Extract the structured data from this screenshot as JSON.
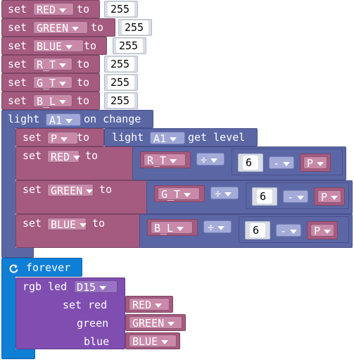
{
  "colors": {
    "variable": "#a55b80",
    "sensor": "#5b67a5",
    "control": "#0f7fd6",
    "number_bg": "#d8dde6"
  },
  "set_blocks": [
    {
      "verb": "set",
      "var": "RED",
      "to": "to",
      "value": "255"
    },
    {
      "verb": "set",
      "var": "GREEN",
      "to": "to",
      "value": "255"
    },
    {
      "verb": "set",
      "var": "BLUE",
      "to": "to",
      "value": "255"
    },
    {
      "verb": "set",
      "var": "R_T",
      "to": "to",
      "value": "255"
    },
    {
      "verb": "set",
      "var": "G_T",
      "to": "to",
      "value": "255"
    },
    {
      "verb": "set",
      "var": "B_L",
      "to": "to",
      "value": "255"
    }
  ],
  "light_event": {
    "label_light": "light",
    "pin": "A1",
    "label_on_change": "on change",
    "set_p": {
      "verb": "set",
      "var": "P",
      "to": "to",
      "light": "light",
      "pin": "A1",
      "get_level": "get level"
    },
    "rows": [
      {
        "verb": "set",
        "var": "RED",
        "to": "to",
        "temp": "R_T",
        "op": "÷",
        "num": "6",
        "minus": "-",
        "p": "P"
      },
      {
        "verb": "set",
        "var": "GREEN",
        "to": "to",
        "temp": "G_T",
        "op": "÷",
        "num": "6",
        "minus": "-",
        "p": "P"
      },
      {
        "verb": "set",
        "var": "BLUE",
        "to": "to",
        "temp": "B_L",
        "op": "÷",
        "num": "6",
        "minus": "-",
        "p": "P"
      }
    ]
  },
  "forever": {
    "icon": "loop-icon",
    "label": "forever",
    "rgb": {
      "label": "rgb led",
      "pin": "D15",
      "set_red": "set red",
      "red_var": "RED",
      "green": "green",
      "green_var": "GREEN",
      "blue": "blue",
      "blue_var": "BLUE"
    }
  }
}
